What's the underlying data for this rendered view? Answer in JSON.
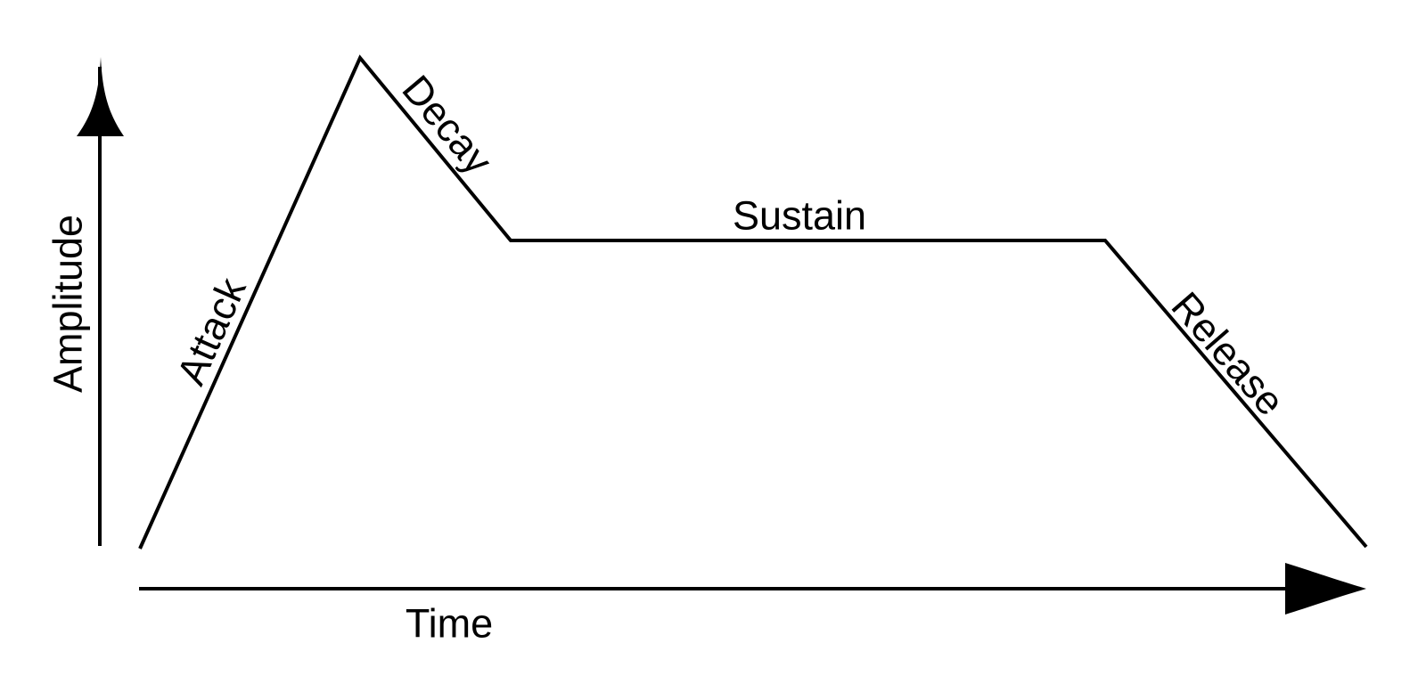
{
  "diagram": {
    "type": "adsr-envelope",
    "y_axis": {
      "label": "Amplitude"
    },
    "x_axis": {
      "label": "Time"
    },
    "segments": [
      {
        "label": "Attack"
      },
      {
        "label": "Decay"
      },
      {
        "label": "Sustain"
      },
      {
        "label": "Release"
      }
    ],
    "icons": {
      "y_arrowhead": "up-arrowhead-icon",
      "x_arrowhead": "right-arrowhead-icon"
    },
    "colors": {
      "line": "#000000",
      "text": "#000000",
      "background": "#ffffff"
    }
  }
}
